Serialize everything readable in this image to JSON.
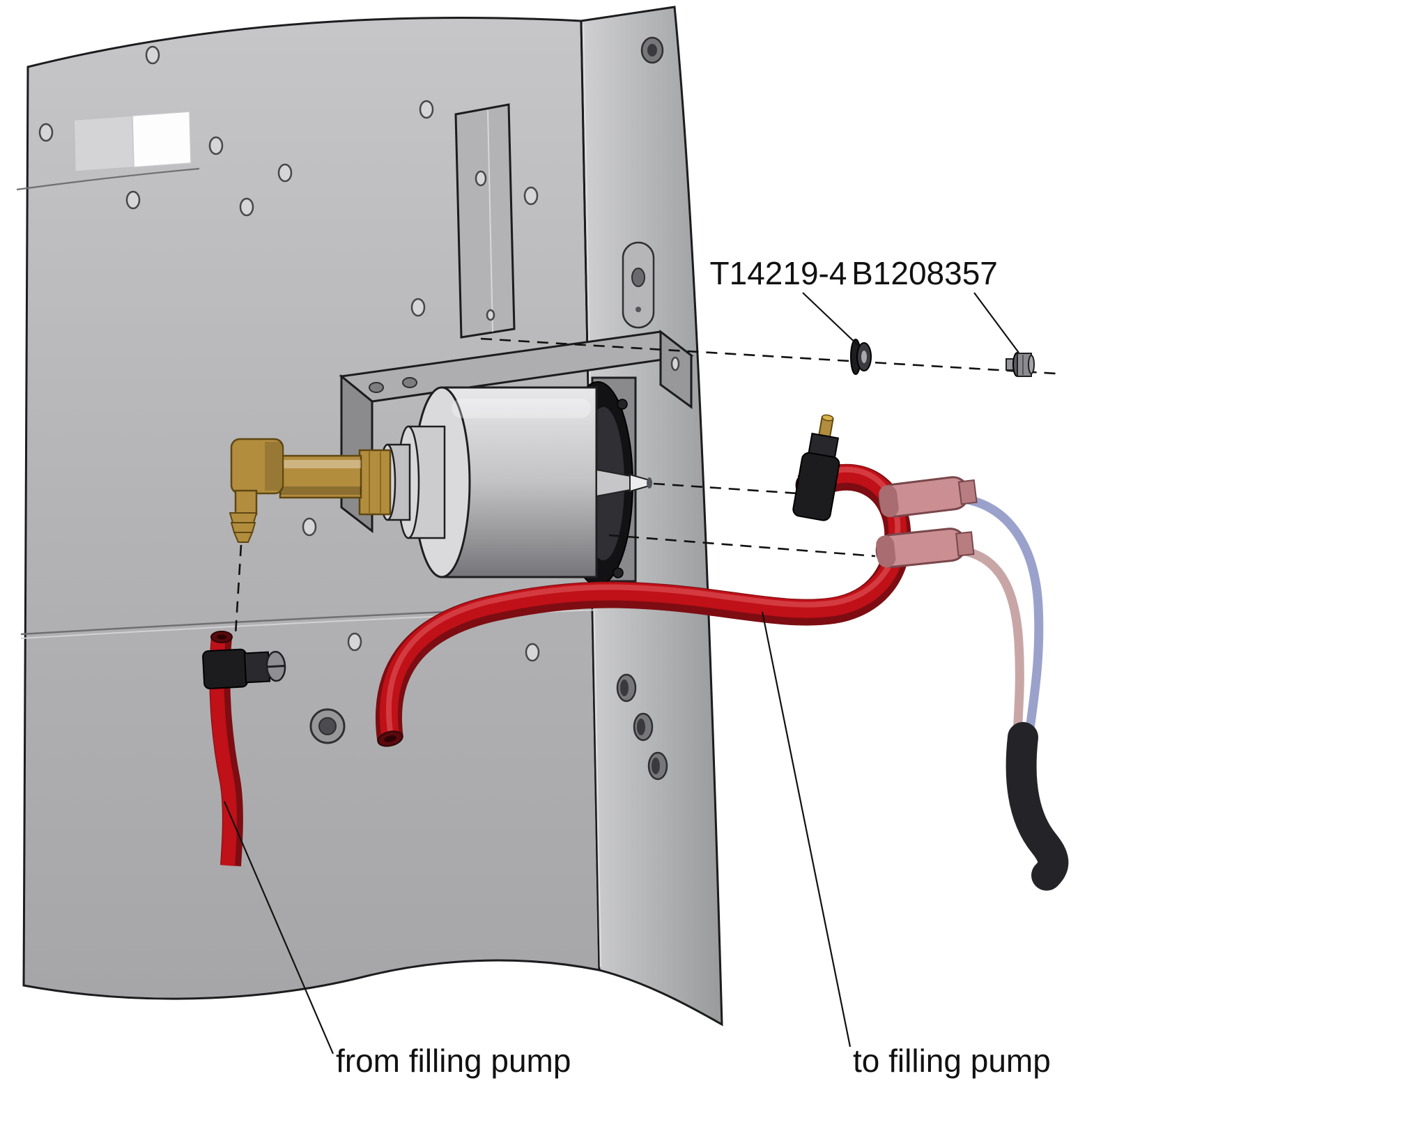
{
  "figure": {
    "labels": {
      "washer_part": "T14219-4",
      "bolt_part": "B1208357",
      "from_filling_pump": "from filling pump",
      "to_filling_pump": "to filling pump"
    },
    "colors": {
      "hose_red": "#c01018",
      "hose_red_dark": "#7d0d12",
      "brass": "#b28d3e",
      "connector_pink": "#cb8e92",
      "wire_blue": "#9aa2cc",
      "wire_pink": "#c9a6a6",
      "boot_black": "#242428",
      "panel_gray": "#b4b4b6",
      "pump_gray": "#c2c2c4",
      "clamp_black": "#1c1c1f"
    }
  }
}
